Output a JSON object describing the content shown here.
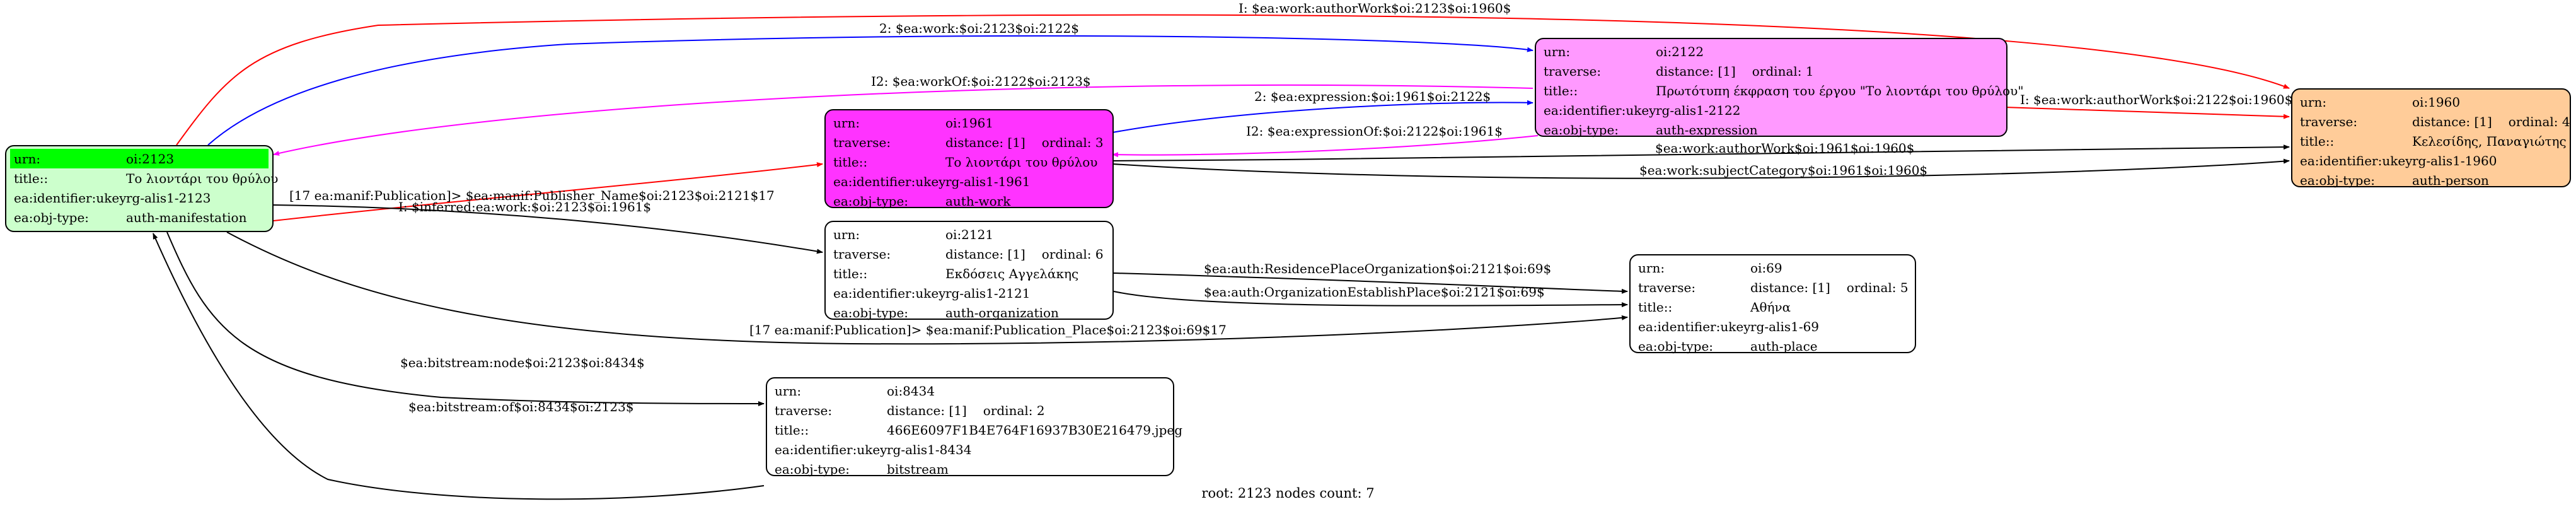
{
  "colors": {
    "manifestation_fill": "#ccffcc",
    "manifestation_highlight": "#00ff00",
    "work_fill": "#ff33ff",
    "expression_fill": "#ff99ff",
    "person_fill": "#ffcc99",
    "plain_fill": "#ffffff",
    "edge_red": "#ff0000",
    "edge_blue": "#0000ff",
    "edge_magenta": "#ff00ff",
    "edge_black": "#000000"
  },
  "footer": "root: 2123 nodes count: 7",
  "nodes": {
    "manifestation": {
      "urn_key": "urn:",
      "urn": "oi:2123",
      "title_key": "title::",
      "title": "Το λιοντάρι του θρύλου",
      "ident_key": "ea:identifier:ukey",
      "ident": "rg-alis1-2123",
      "type_key": "ea:obj-type:",
      "type": "auth-manifestation"
    },
    "work": {
      "urn_key": "urn:",
      "urn": "oi:1961",
      "traverse_key": "traverse:",
      "distance": "distance: [1]",
      "ordinal": "ordinal: 3",
      "title_key": "title::",
      "title": "Το λιοντάρι του θρύλου",
      "ident_key": "ea:identifier:ukey",
      "ident": "rg-alis1-1961",
      "type_key": "ea:obj-type:",
      "type": "auth-work"
    },
    "expression": {
      "urn_key": "urn:",
      "urn": "oi:2122",
      "traverse_key": "traverse:",
      "distance": "distance: [1]",
      "ordinal": "ordinal: 1",
      "title_key": "title::",
      "title": "Πρωτότυπη έκφραση του έργου \"Το λιοντάρι του θρύλου\"",
      "ident_key": "ea:identifier:ukey",
      "ident": "rg-alis1-2122",
      "type_key": "ea:obj-type:",
      "type": "auth-expression"
    },
    "person": {
      "urn_key": "urn:",
      "urn": "oi:1960",
      "traverse_key": "traverse:",
      "distance": "distance: [1]",
      "ordinal": "ordinal: 4",
      "title_key": "title::",
      "title": "Κελεσίδης, Παναγιώτης",
      "ident_key": "ea:identifier:ukey",
      "ident": "rg-alis1-1960",
      "type_key": "ea:obj-type:",
      "type": "auth-person"
    },
    "organization": {
      "urn_key": "urn:",
      "urn": "oi:2121",
      "traverse_key": "traverse:",
      "distance": "distance: [1]",
      "ordinal": "ordinal: 6",
      "title_key": "title::",
      "title": "Εκδόσεις Αγγελάκης",
      "ident_key": "ea:identifier:ukey",
      "ident": "rg-alis1-2121",
      "type_key": "ea:obj-type:",
      "type": "auth-organization"
    },
    "place": {
      "urn_key": "urn:",
      "urn": "oi:69",
      "traverse_key": "traverse:",
      "distance": "distance: [1]",
      "ordinal": "ordinal: 5",
      "title_key": "title::",
      "title": "Αθήνα",
      "ident_key": "ea:identifier:ukey",
      "ident": "rg-alis1-69",
      "type_key": "ea:obj-type:",
      "type": "auth-place"
    },
    "bitstream": {
      "urn_key": "urn:",
      "urn": "oi:8434",
      "traverse_key": "traverse:",
      "distance": "distance: [1]",
      "ordinal": "ordinal: 2",
      "title_key": "title::",
      "title": "466E6097F1B4E764F16937B30E216479.jpeg",
      "ident_key": "ea:identifier:ukey",
      "ident": "rg-alis1-8434",
      "type_key": "ea:obj-type:",
      "type": "bitstream"
    }
  },
  "edge_labels": {
    "e1": "I: $ea:work:authorWork$oi:2123$oi:1960$",
    "e2": "2: $ea:work:$oi:2123$oi:2122$",
    "e3": "I2: $ea:workOf:$oi:2122$oi:2123$",
    "e4": "2: $ea:expression:$oi:1961$oi:2122$",
    "e5": "I: $ea:work:authorWork$oi:2122$oi:1960$",
    "e6": "I2: $ea:expressionOf:$oi:2122$oi:1961$",
    "e7": "I: $inferred:ea:work:$oi:2123$oi:1961$",
    "e8": "$ea:work:authorWork$oi:1961$oi:1960$",
    "e9": "$ea:work:subjectCategory$oi:1961$oi:1960$",
    "e10": "[17 ea:manif:Publication]> $ea:manif:Publisher_Name$oi:2123$oi:2121$17",
    "e11": "$ea:auth:ResidencePlaceOrganization$oi:2121$oi:69$",
    "e12": "$ea:auth:OrganizationEstablishPlace$oi:2121$oi:69$",
    "e13": "[17 ea:manif:Publication]> $ea:manif:Publication_Place$oi:2123$oi:69$17",
    "e14": "$ea:bitstream:node$oi:2123$oi:8434$",
    "e15": "$ea:bitstream:of$oi:8434$oi:2123$"
  }
}
